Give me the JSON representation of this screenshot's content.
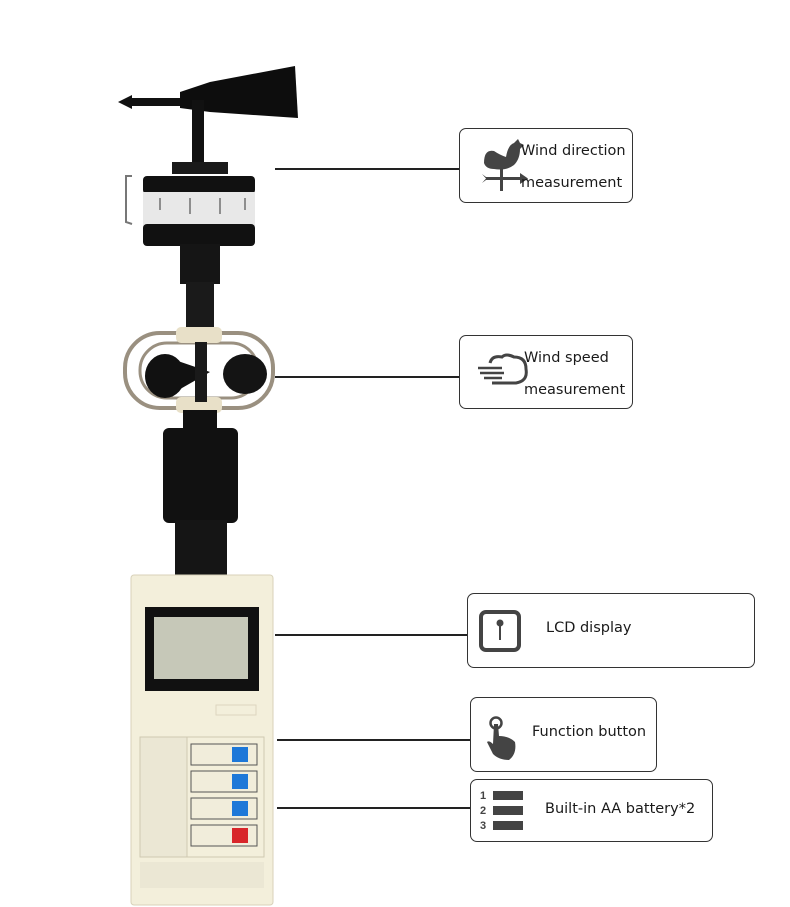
{
  "callouts": {
    "wind_direction": {
      "line1": "Wind direction",
      "line2": "measurement",
      "icon": "weathervane-rooster-icon"
    },
    "wind_speed": {
      "line1": "Wind speed",
      "line2": "measurement",
      "icon": "wind-cloud-icon"
    },
    "lcd": {
      "label": "LCD display",
      "icon": "display-icon"
    },
    "function_button": {
      "label": "Function button",
      "icon": "tap-hand-icon"
    },
    "battery": {
      "label": "Built-in AA battery*2",
      "icon": "numbered-list-icon",
      "numbers": [
        "1",
        "2",
        "3"
      ]
    }
  },
  "device": {
    "button_colors": [
      "#1e78d8",
      "#1e78d8",
      "#1e78d8",
      "#d8262a"
    ]
  }
}
